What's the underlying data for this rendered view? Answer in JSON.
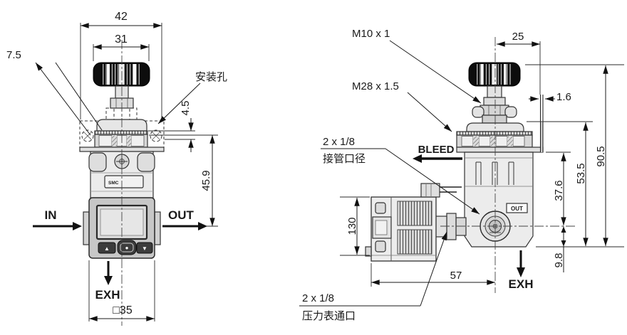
{
  "front_view": {
    "dim_flange_width": "42",
    "dim_knob_width": "31",
    "dim_hole_offset": "7.5",
    "dim_flange_thickness": "4.5",
    "dim_height_to_port": "45.9",
    "dim_body_width": "□35",
    "label_mounting_hole": "安装孔",
    "label_in": "IN",
    "label_out": "OUT",
    "label_exh": "EXH",
    "logo": "SMC",
    "button_up": "▲",
    "button_set": "●",
    "button_down": "▼"
  },
  "side_view": {
    "dim_thread_adjust": "M10 x 1",
    "dim_thread_panel": "M28 x 1.5",
    "dim_knob_offset": "25",
    "dim_panel_thickness": "1.6",
    "dim_total_height": "90.5",
    "dim_bonnet_height": "53.5",
    "dim_flange_to_port": "37.6",
    "dim_port_to_bottom": "9.8",
    "dim_switch_depth": "57",
    "dim_switch_height": "130",
    "label_bleed": "BLEED",
    "label_exh": "EXH",
    "label_out_small": "OUT",
    "label_piping_line1": "2 x 1/8",
    "label_piping_line2": "接管口径",
    "label_gauge_line1": "2 x 1/8",
    "label_gauge_line2": "压力表通口"
  }
}
